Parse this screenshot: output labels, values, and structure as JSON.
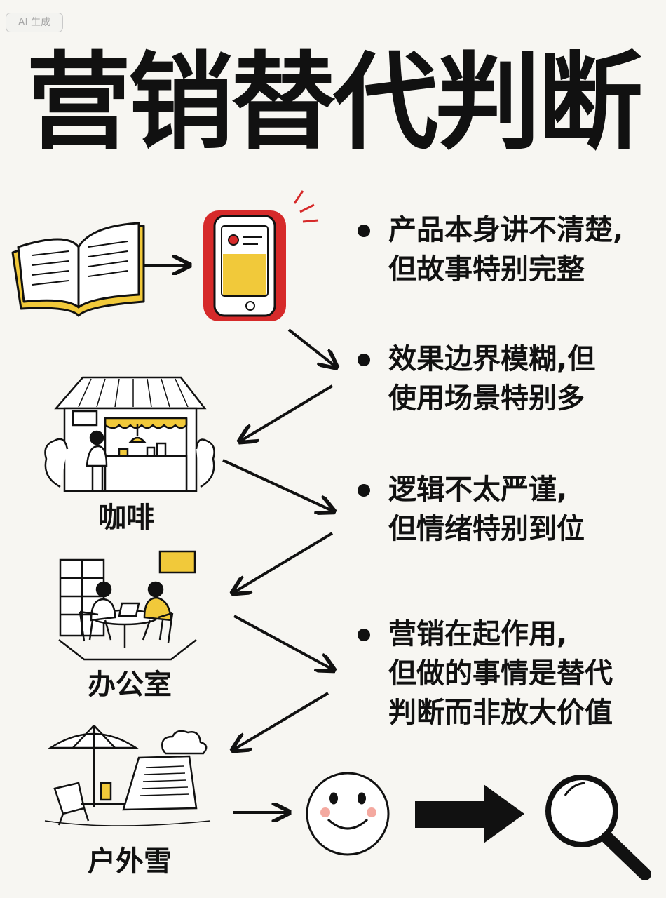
{
  "badge": "AI 生成",
  "title": "营销替代判断",
  "bullets": [
    {
      "text": "产品本身讲不清楚,\n但故事特别完整"
    },
    {
      "text": "效果边界模糊,但\n使用场景特别多"
    },
    {
      "text": "逻辑不太严谨,\n但情绪特别到位"
    },
    {
      "text": "营销在起作用,\n但做的事情是替代\n判断而非放大价值"
    }
  ],
  "scenes": [
    {
      "label": "咖啡"
    },
    {
      "label": "办公室"
    },
    {
      "label": "户外雪"
    }
  ],
  "colors": {
    "accent_yellow": "#f1c93a",
    "accent_red": "#d62a2a",
    "ink": "#111111",
    "background": "#f7f6f2"
  }
}
